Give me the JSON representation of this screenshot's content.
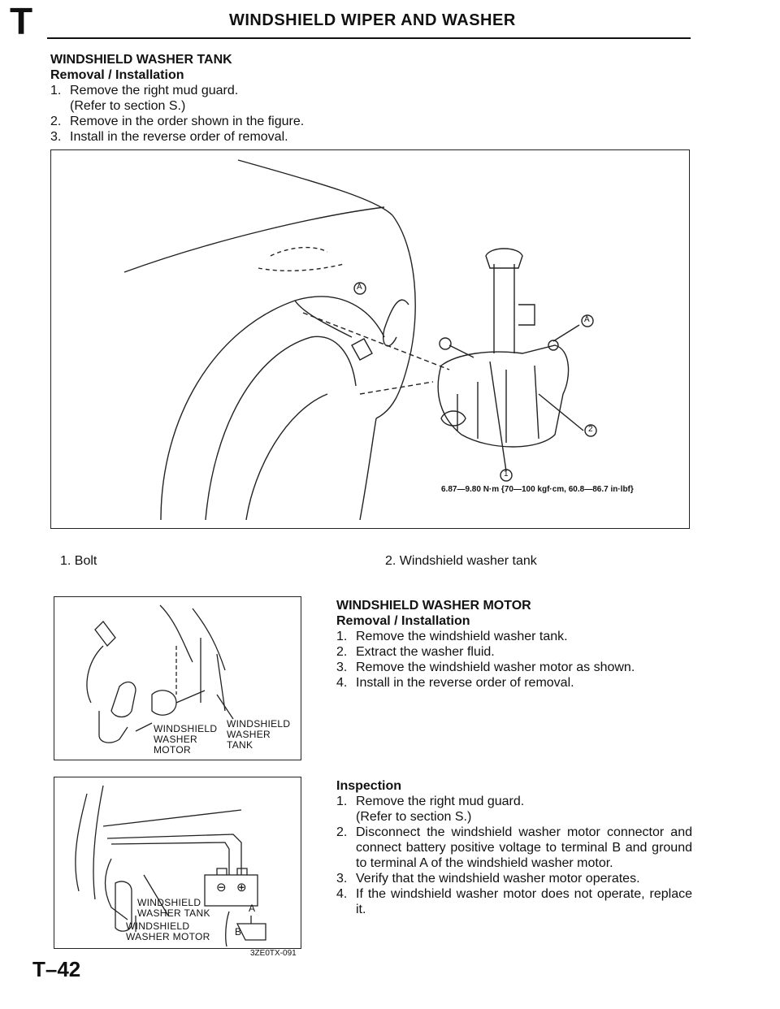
{
  "header": {
    "section_letter": "T",
    "title": "WINDSHIELD WIPER AND WASHER"
  },
  "tank_section": {
    "title": "WINDSHIELD WASHER TANK",
    "subtitle": "Removal / Installation",
    "steps": [
      {
        "num": "1.",
        "text": "Remove the right mud guard.",
        "cont": "(Refer to section S.)"
      },
      {
        "num": "2.",
        "text": "Remove in the order shown in the figure."
      },
      {
        "num": "3.",
        "text": "Install in the reverse order of removal."
      }
    ]
  },
  "figure1": {
    "torque": "6.87—9.80 N·m {70—100 kgf·cm, 60.8—86.7 in·lbf}",
    "callouts": [
      "A",
      "A",
      "1",
      "2"
    ]
  },
  "captions": [
    "1. Bolt",
    "2. Windshield washer tank"
  ],
  "motor_section": {
    "title": "WINDSHIELD WASHER MOTOR",
    "subtitle": "Removal / Installation",
    "steps": [
      {
        "num": "1.",
        "text": "Remove the windshield washer tank."
      },
      {
        "num": "2.",
        "text": "Extract the washer fluid."
      },
      {
        "num": "3.",
        "text": "Remove the windshield washer motor as shown."
      },
      {
        "num": "4.",
        "text": "Install in the reverse order of removal."
      }
    ]
  },
  "figure2": {
    "label_motor": [
      "WINDSHIELD",
      "WASHER",
      "MOTOR"
    ],
    "label_tank": [
      "WINDSHIELD",
      "WASHER",
      "TANK"
    ]
  },
  "inspection": {
    "title": "Inspection",
    "steps": [
      {
        "num": "1.",
        "text": "Remove the right mud guard.",
        "cont": "(Refer to section S.)"
      },
      {
        "num": "2.",
        "text": "Disconnect the windshield washer motor connector and connect battery positive voltage to terminal B and ground to terminal A of the windshield washer motor."
      },
      {
        "num": "3.",
        "text": "Verify that the windshield washer motor operates."
      },
      {
        "num": "4.",
        "text": "If the windshield washer motor does not operate, replace it."
      }
    ]
  },
  "figure3": {
    "label_tank": [
      "WINDSHIELD",
      "WASHER TANK"
    ],
    "label_motor": [
      "WINDSHIELD",
      "WASHER MOTOR"
    ],
    "terminal_a": "A",
    "terminal_b": "B",
    "battery_neg": "⊖",
    "battery_pos": "⊕",
    "code": "3ZE0TX-091"
  },
  "page_number": "T–42"
}
